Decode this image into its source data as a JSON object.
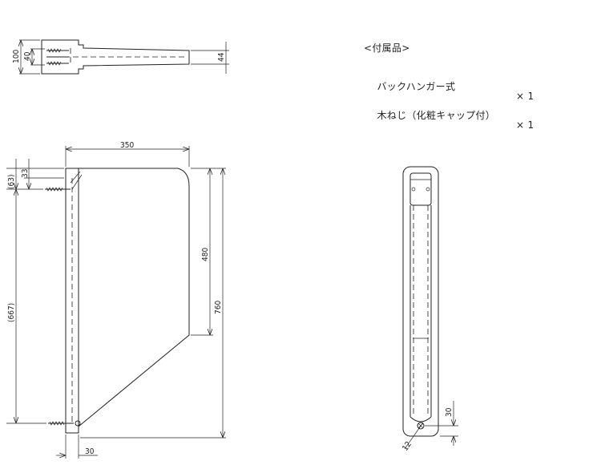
{
  "accessories": {
    "heading": "<付属品>",
    "items": [
      {
        "name": "バックハンガー式",
        "qty": "× 1"
      },
      {
        "name": "木ねじ（化粧キャップ付）",
        "qty": "× 1"
      }
    ]
  },
  "dimensions": {
    "top_height": "100",
    "top_inner": "40",
    "top_tip": "44",
    "width": "350",
    "top_offset": "(63)",
    "top_small": "33",
    "screw_span": "(667)",
    "upper_height": "480",
    "total_height": "760",
    "bottom_offset": "30",
    "side_bottom": "30",
    "screw_dia": "12"
  }
}
